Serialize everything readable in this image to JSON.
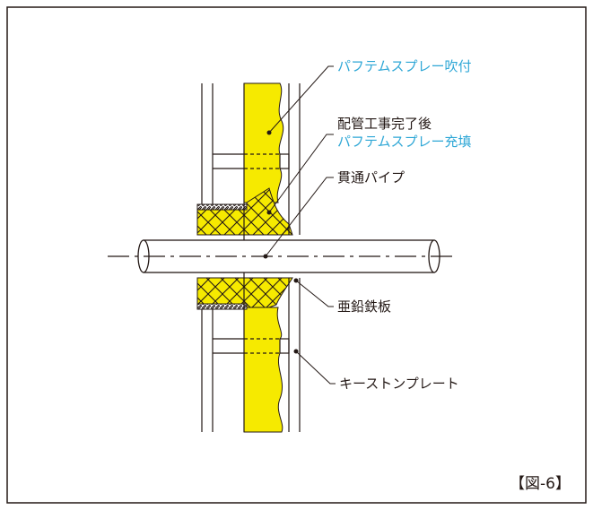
{
  "labels": {
    "spray_coating": "パフテムスプレー吹付",
    "after_piping_line1": "配管工事完了後",
    "after_piping_line2": "パフテムスプレー充填",
    "through_pipe": "貫通パイプ",
    "galvanized_sheet": "亜鉛鉄板",
    "keystone_plate": "キーストンプレート",
    "figure_number": "【図-6】"
  },
  "colors": {
    "foam": "#f6ea00",
    "accent_text": "#2ea7d6",
    "line": "#231815",
    "text": "#231815"
  }
}
